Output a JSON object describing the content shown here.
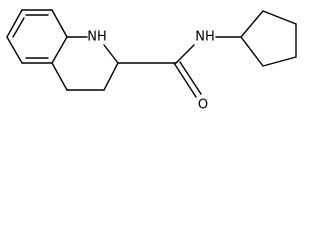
{
  "molecule": {
    "atoms": {
      "nh_ring": "NH",
      "nh_amide": "NH",
      "oxygen": "O"
    }
  }
}
